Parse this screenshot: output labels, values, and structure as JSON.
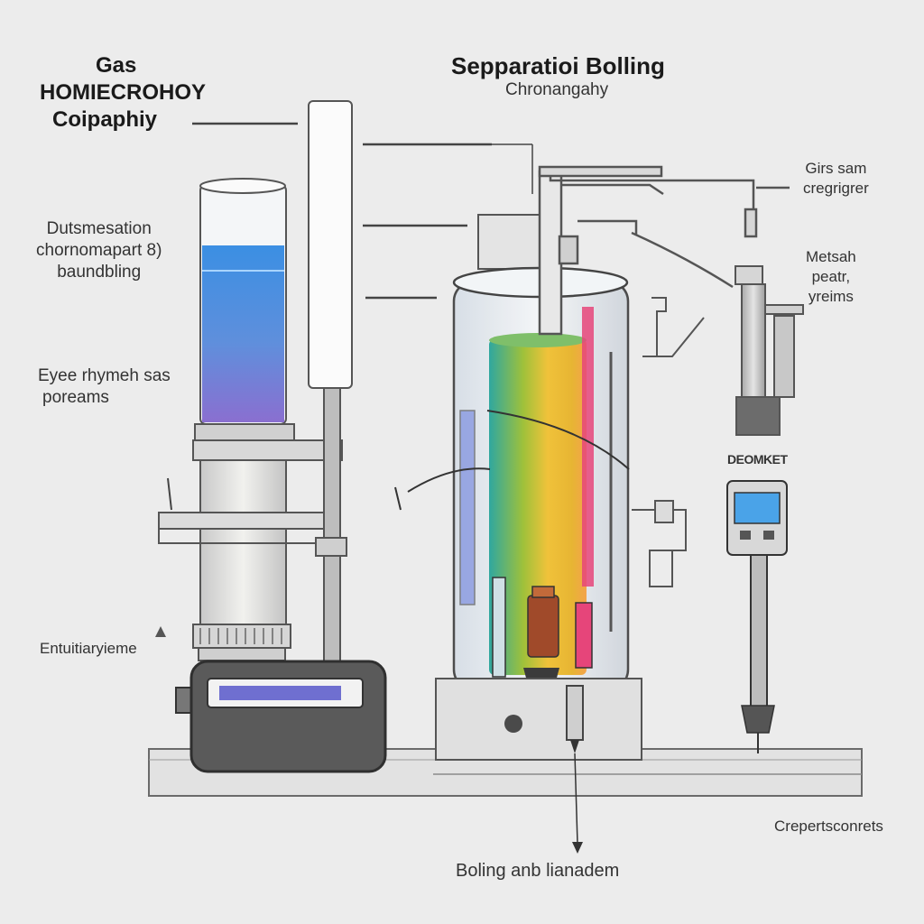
{
  "title_left": {
    "line1": "Gas",
    "line2": "HOMIECROHOY",
    "line3": "Coipaphiy"
  },
  "title_center": {
    "line1": "Sepparatioi Bolling",
    "line2": "Chronangahy"
  },
  "labels_left": {
    "block1": [
      "Dutsmesation",
      "chornomapart 8)",
      "baundbling"
    ],
    "block2": [
      "Eyee rhymeh sas",
      "poreams"
    ],
    "block3": "Entuitiaryieme"
  },
  "labels_right": {
    "block1": [
      "Girs sam",
      "cregrigrer"
    ],
    "block2": [
      "Metsah",
      "peatr,",
      "yreims"
    ],
    "device_label": "DEOMKET",
    "bottom_right": "Crepertsconrets"
  },
  "bottom_label": "Boling anb lianadem",
  "colors": {
    "liquid_blue": "#3b8fe3",
    "liquid_purple": "#8a6fd0",
    "column_yellow": "#f0c23a",
    "column_teal": "#2fa7a0",
    "accent_pink": "#e6457a",
    "metal_gray": "#bfbfbf",
    "dark_base": "#4a4a4a",
    "screen_blue": "#4aa3e8"
  }
}
